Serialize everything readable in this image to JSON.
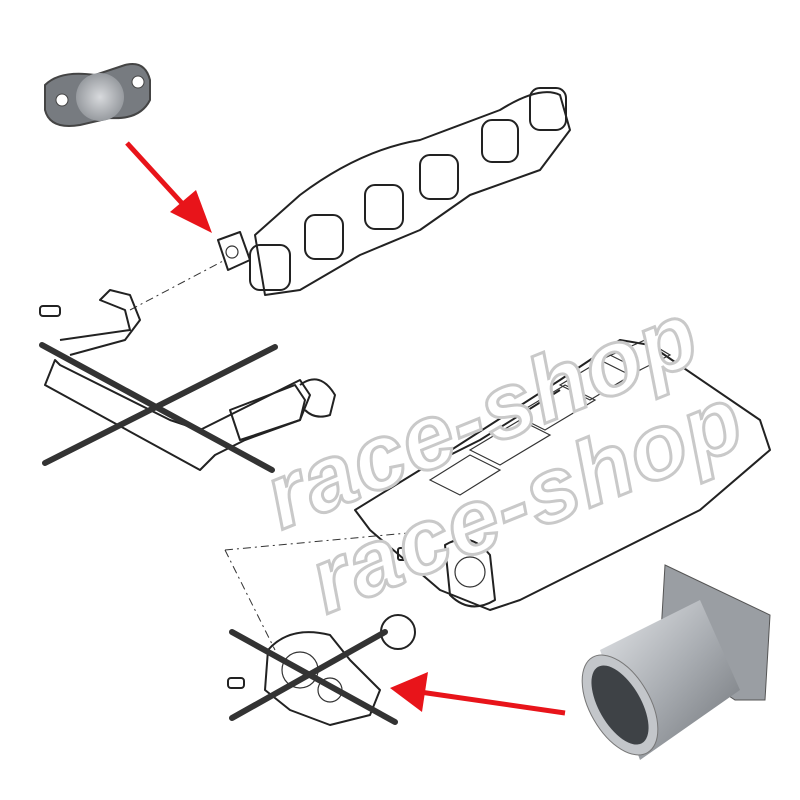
{
  "watermark": {
    "line1": "race-shop",
    "line2": "race-shop"
  },
  "colors": {
    "arrow": "#e8141a",
    "cross": "#333333",
    "metal": "#b8bcc0"
  },
  "icons": [
    "blanking-plate",
    "egr-delete-tube",
    "cross-mark",
    "red-arrow"
  ]
}
